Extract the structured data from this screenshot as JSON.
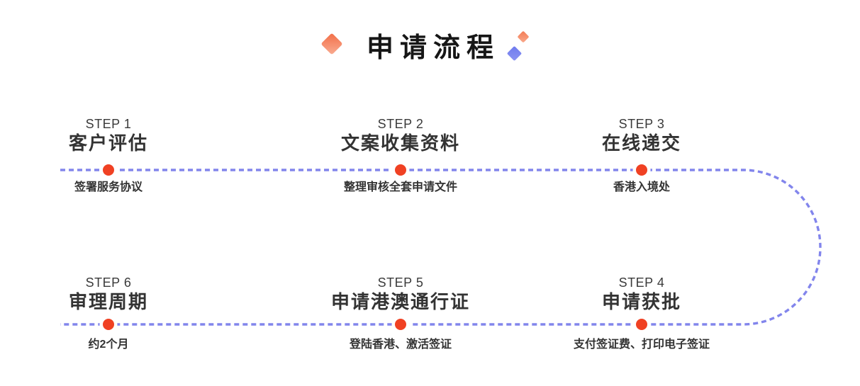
{
  "title": {
    "text": "申请流程"
  },
  "colors": {
    "line": "#8285ec",
    "dot": "#f04123",
    "accent_orange": "#f26e47",
    "accent_orange_light": "#f9ac92",
    "accent_blue": "#7d87f0",
    "text_dark": "#333333"
  },
  "steps": [
    {
      "step_label": "STEP 1",
      "title": "客户评估",
      "subtitle": "签署服务协议"
    },
    {
      "step_label": "STEP 2",
      "title": "文案收集资料",
      "subtitle": "整理审核全套申请文件"
    },
    {
      "step_label": "STEP 3",
      "title": "在线递交",
      "subtitle": "香港入境处"
    },
    {
      "step_label": "STEP 4",
      "title": "申请获批",
      "subtitle": "支付签证费、打印电子签证"
    },
    {
      "step_label": "STEP 5",
      "title": "申请港澳通行证",
      "subtitle": "登陆香港、激活签证"
    },
    {
      "step_label": "STEP 6",
      "title": "审理周期",
      "subtitle": "约2个月"
    }
  ]
}
